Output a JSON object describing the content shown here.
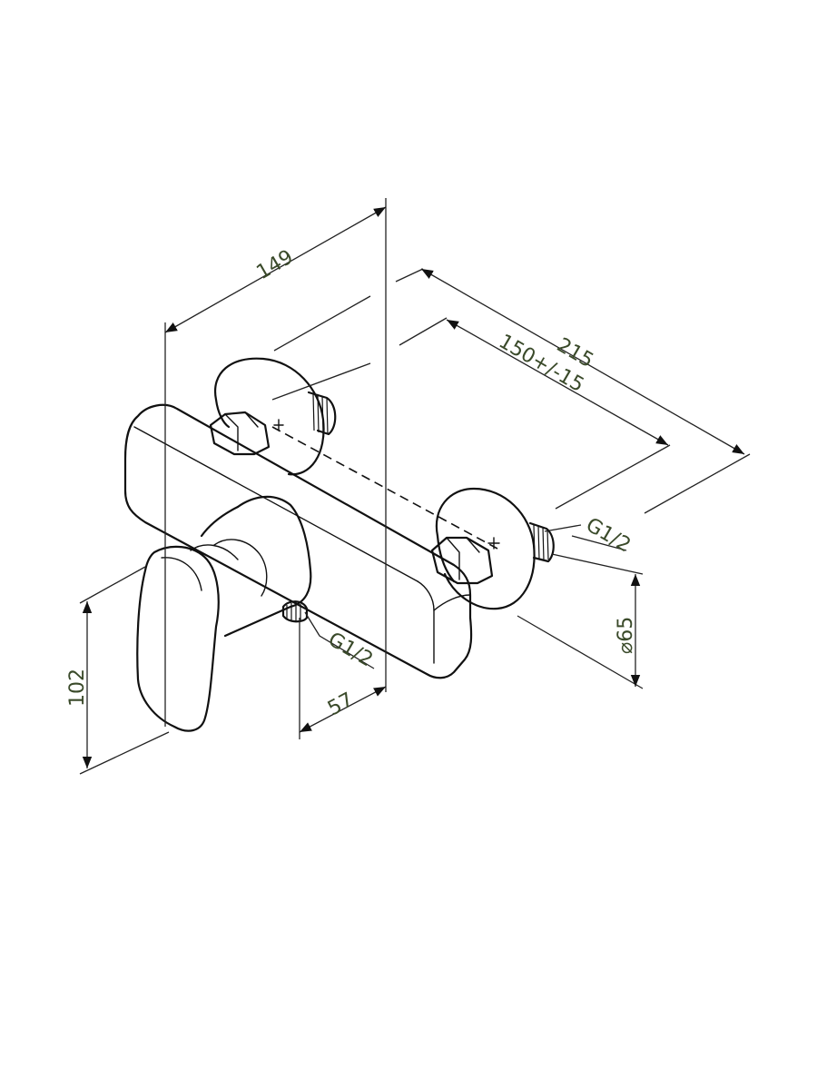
{
  "dimensions": {
    "length_body": "149",
    "overall_depth": "215",
    "center_distance": "150+/-15",
    "thread_inlet": "G1/2",
    "thread_outlet": "G1/2",
    "flange_diameter": "⌀65",
    "height": "102",
    "outlet_offset": "57"
  }
}
